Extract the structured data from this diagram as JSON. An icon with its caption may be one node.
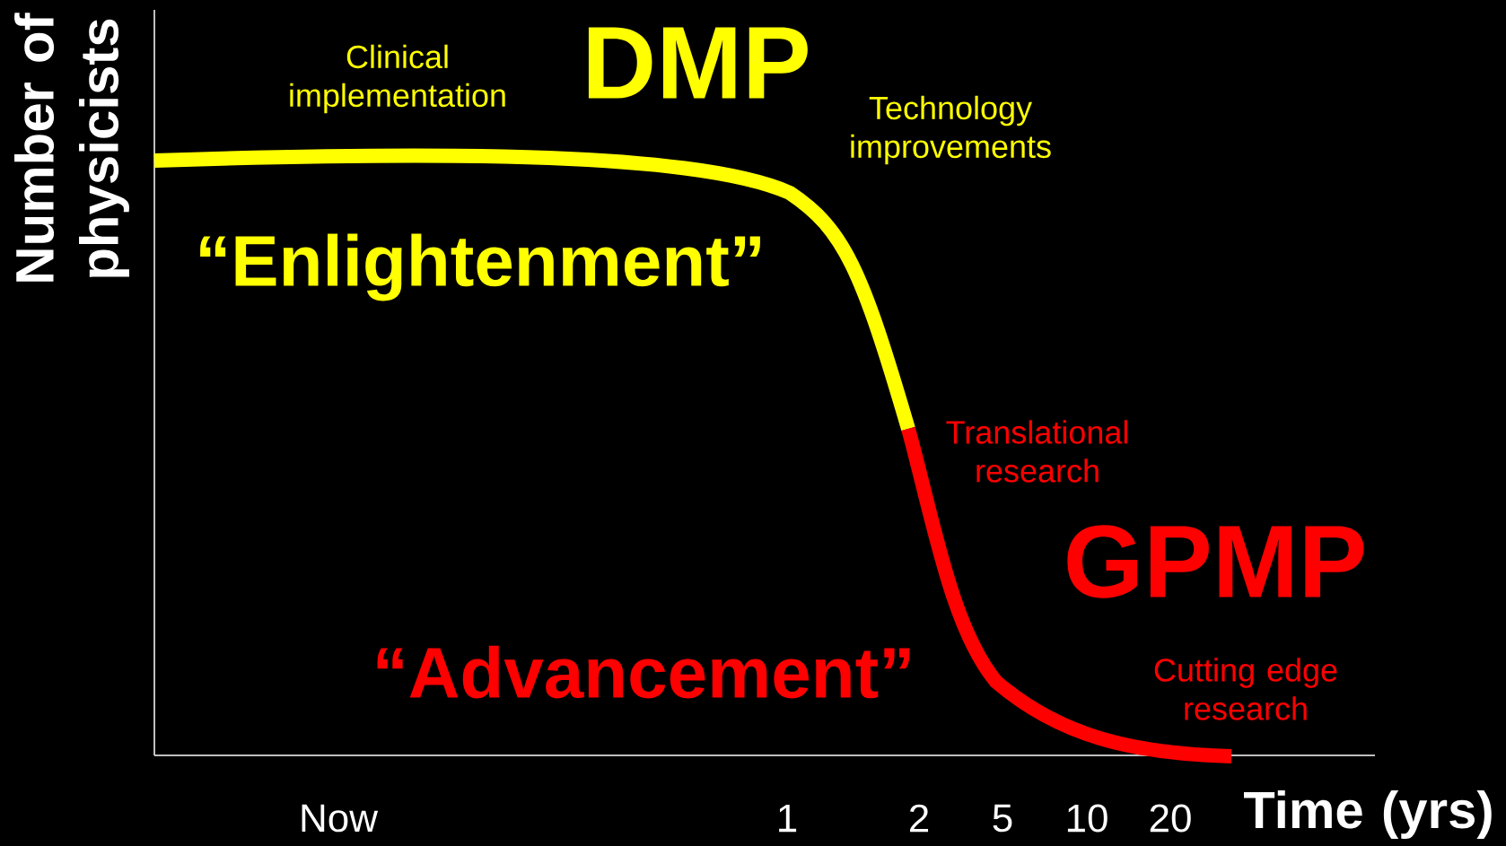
{
  "diagram": {
    "labels": [
      "Number of physicists",
      "Clinical implementation",
      "DMP",
      "Technology improvements",
      "“Enlightenment”",
      "Translational research",
      "GPMP",
      "“Advancement”",
      "Cutting edge research",
      "Now",
      "1",
      "2",
      "5",
      "10",
      "20",
      "Time (yrs)"
    ]
  }
}
